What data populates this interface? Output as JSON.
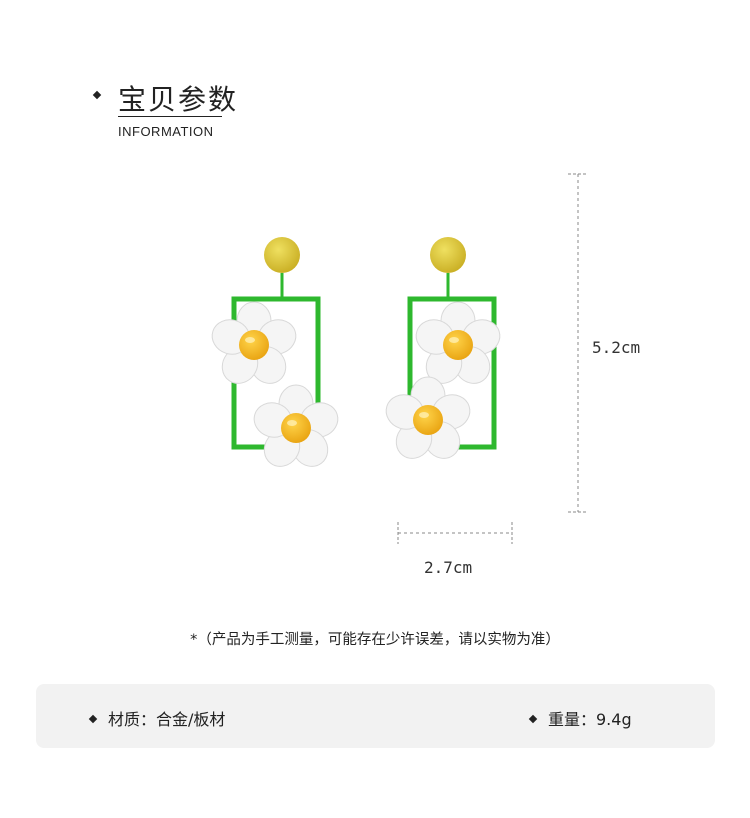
{
  "header": {
    "title": "宝贝参数",
    "subtitle": "INFORMATION"
  },
  "dimensions": {
    "height": "5.2cm",
    "width": "2.7cm"
  },
  "note": "*（产品为手工测量，可能存在少许误差，请以实物为准）",
  "specs": {
    "material": "材质：合金/板材",
    "weight": "重量：9.4g"
  },
  "colors": {
    "frame_green": "#2eb82e",
    "stud_yellow": "#d8c23a",
    "petal_white": "#f4f4f4",
    "center_yellow": "#f2b51d",
    "panel_gray": "#f2f2f2"
  }
}
